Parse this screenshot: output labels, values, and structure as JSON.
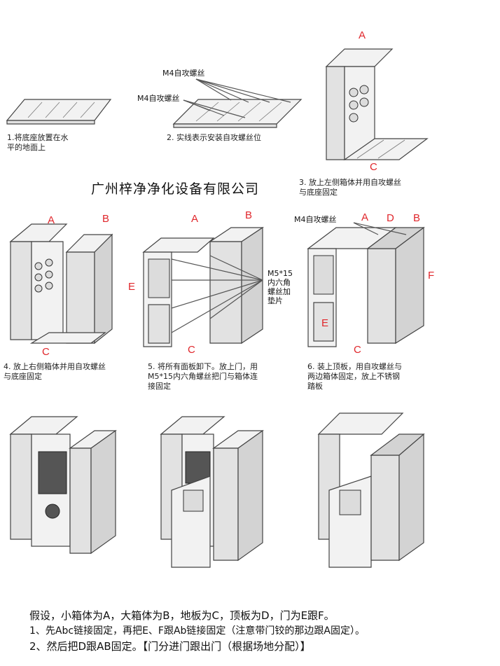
{
  "labels": {
    "A": "A",
    "B": "B",
    "C": "C",
    "D": "D",
    "E": "E",
    "F": "F"
  },
  "company": "广州梓净净化设备有限公司",
  "screw_m4": "M4自攻螺丝",
  "screw_m5_lines": [
    "M5*15",
    "内六角",
    "螺丝加",
    "垫片"
  ],
  "steps": [
    {
      "lines": [
        "1.将底座放置在水",
        "平的地面上"
      ]
    },
    {
      "lines": [
        "2. 实线表示安装自攻螺丝位"
      ]
    },
    {
      "lines": [
        "3. 放上左侧箱体并用自攻螺丝",
        "与底座固定"
      ]
    },
    {
      "lines": [
        "4. 放上右侧箱体并用自攻螺丝",
        "与底座固定"
      ]
    },
    {
      "lines": [
        "5. 将所有面板卸下。放上门，用",
        "M5*15内六角螺丝把门与箱体连",
        "接固定"
      ]
    },
    {
      "lines": [
        "6. 装上顶板，用自攻螺丝与",
        "两边箱体固定，放上不锈钢",
        "踏板"
      ]
    }
  ],
  "notes": [
    "假设，小箱体为A，大箱体为B，地板为C，顶板为D，门为E跟F。",
    "1、先Abc链接固定，再把E、F跟Ab链接固定（注意带门铰的那边跟A固定）。",
    "2、然后把D跟AB固定。【门分进门跟出门（根据场地分配）】"
  ],
  "colors": {
    "label_red": "#e0262b"
  }
}
